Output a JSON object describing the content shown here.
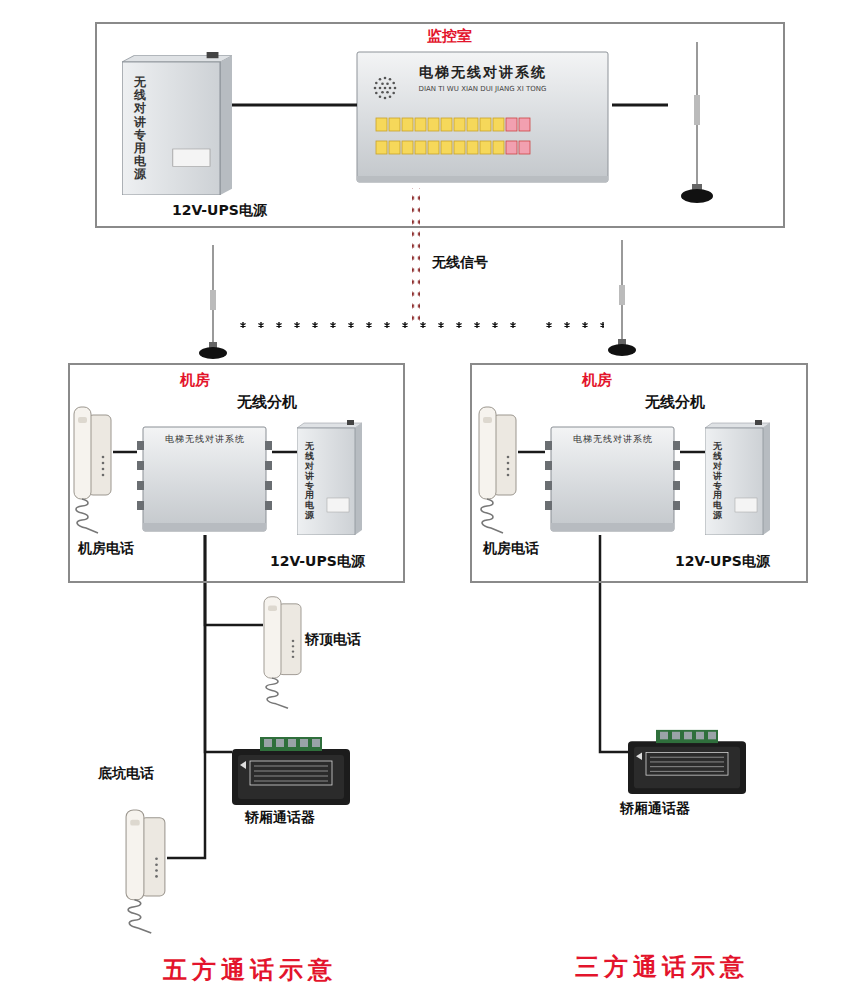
{
  "diagram": {
    "nodes": [
      {
        "text": [
          "监控室"
        ]
      },
      {
        "text": [
          "无线对讲专用电源",
          "12V-UPS电源"
        ],
        "in": 0
      },
      {
        "text": [
          "电梯无线对讲系统",
          "DIAN TI WU XIAN DUI JIANG XI TONG"
        ],
        "in": 0
      },
      {
        "text": [
          "机房"
        ]
      },
      {
        "text": [
          "电梯无线对讲系统",
          "无线分机"
        ],
        "in": 3
      },
      {
        "text": [
          "机房电话"
        ],
        "in": 3
      },
      {
        "text": [
          "无线对讲专用电源",
          "12V-UPS电源"
        ],
        "in": 3
      },
      {
        "text": [
          "轿顶电话"
        ]
      },
      {
        "text": [
          "轿厢通话器"
        ]
      },
      {
        "text": [
          "底坑电话"
        ]
      },
      {
        "text": [
          "机房"
        ]
      },
      {
        "text": [
          "电梯无线对讲系统",
          "无线分机"
        ],
        "in": 10
      },
      {
        "text": [
          "机房电话"
        ],
        "in": 10
      },
      {
        "text": [
          "无线对讲专用电源",
          "12V-UPS电源"
        ],
        "in": 10
      },
      {
        "text": [
          "轿厢通话器"
        ]
      }
    ],
    "edges": [
      {
        "from": 1,
        "to": 2,
        "arrow": "none"
      },
      {
        "from": 5,
        "to": 4,
        "arrow": "none"
      },
      {
        "from": 4,
        "to": 6,
        "arrow": "none"
      },
      {
        "from": 4,
        "to": 7,
        "arrow": "none"
      },
      {
        "from": 4,
        "to": 8,
        "arrow": "none"
      },
      {
        "from": 4,
        "to": 9,
        "arrow": "none"
      },
      {
        "from": 12,
        "to": 11,
        "arrow": "none"
      },
      {
        "from": 11,
        "to": 13,
        "arrow": "none"
      },
      {
        "from": 11,
        "to": 14,
        "arrow": "none"
      }
    ],
    "labels": [
      "无线信号",
      "五方通话示意",
      "三方通话示意"
    ]
  }
}
